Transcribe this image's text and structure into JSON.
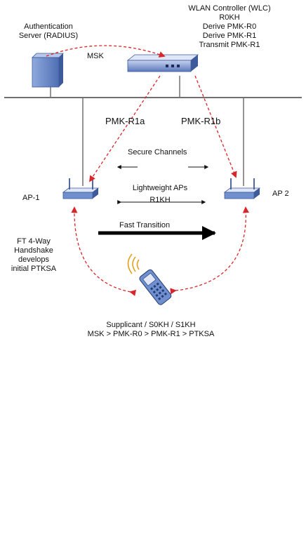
{
  "wlc": {
    "lines": [
      "WLAN Controller (WLC)",
      "R0KH",
      "Derive PMK-R0",
      "Derive PMK-R1",
      "Transmit PMK-R1"
    ]
  },
  "radius": {
    "lines": [
      "Authentication",
      "Server (RADIUS)"
    ]
  },
  "msk_label": "MSK",
  "pmk_r1a": "PMK-R1a",
  "pmk_r1b": "PMK-R1b",
  "secure_channels": "Secure Channels",
  "ap1": "AP-1",
  "ap2": "AP 2",
  "lightweight": {
    "lines": [
      "Lightweight APs",
      "R1KH"
    ]
  },
  "fast_transition": "Fast Transition",
  "ft_handshake": {
    "lines": [
      "FT 4-Way",
      "Handshake",
      "develops",
      "initial PTKSA"
    ]
  },
  "supplicant": {
    "lines": [
      "Supplicant / S0KH / S1KH",
      "MSK > PMK-R0 > PMK-R1 > PTKSA"
    ]
  },
  "colors": {
    "arrow_red": "#d9262a",
    "device_blue": "#6f8fcf",
    "device_dark": "#3d5a9a",
    "network_line": "#707070"
  }
}
